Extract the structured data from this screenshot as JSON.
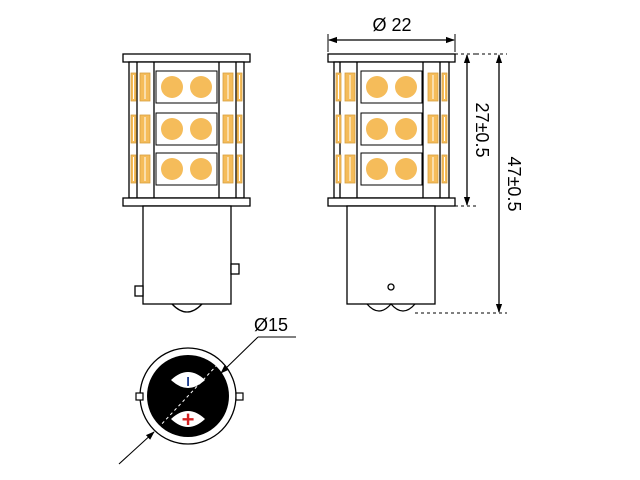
{
  "dimensions": {
    "head_diameter": "Ø 22",
    "led_section_height": "27±0.5",
    "overall_height": "47±0.5",
    "base_diameter": "Ø15"
  },
  "base_bottom_view": {
    "negative_symbol": "I",
    "positive_symbol": "+"
  },
  "colors": {
    "line": "#000000",
    "led_fill": "#f5bc5a",
    "chip_border": "#d8a040",
    "negative": "#1f3f8f",
    "positive": "#d42020",
    "dim_dash": "#000000"
  }
}
